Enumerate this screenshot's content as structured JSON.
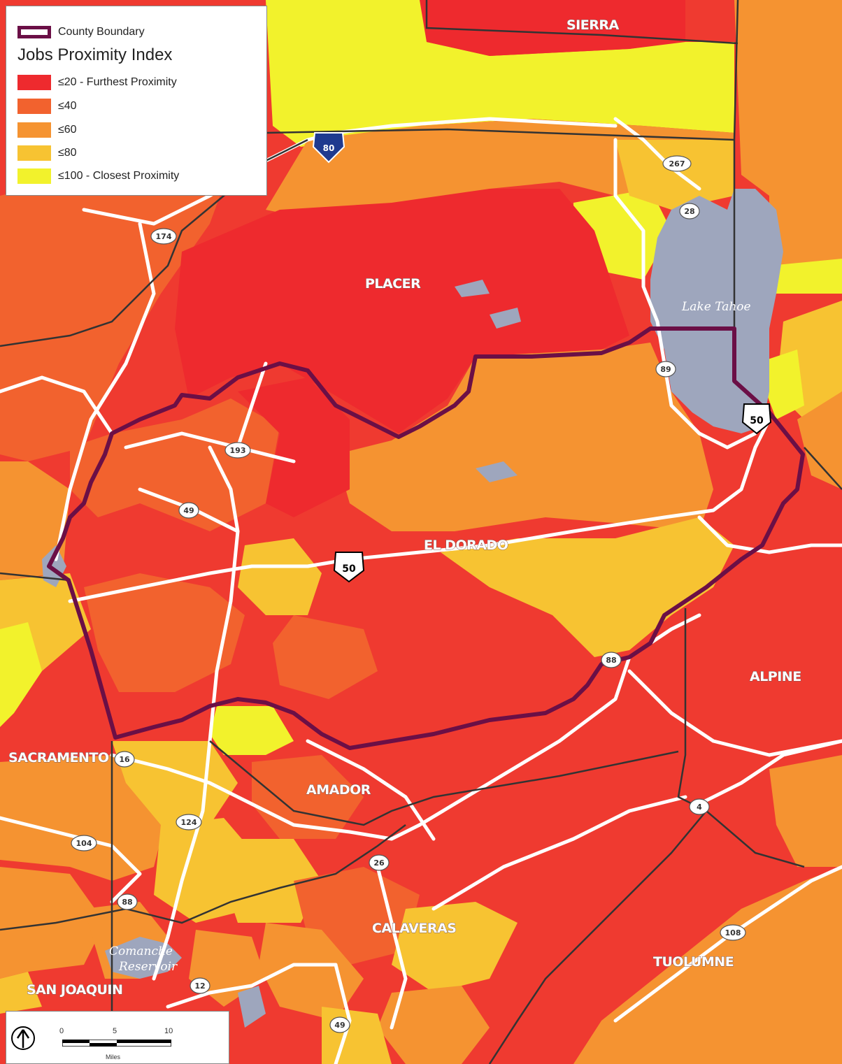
{
  "legend": {
    "boundary_label": "County Boundary",
    "title": "Jobs Proximity Index",
    "classes": [
      {
        "label": "≤20 - Furthest Proximity",
        "color": "#ee2a2e"
      },
      {
        "label": "≤40",
        "color": "#f2622e"
      },
      {
        "label": "≤60",
        "color": "#f59331"
      },
      {
        "label": "≤80",
        "color": "#f7c332"
      },
      {
        "label": "≤100 - Closest Proximity",
        "color": "#f2f22c"
      }
    ],
    "boundary_color": "#6b0f46"
  },
  "counties": {
    "sierra": "SIERRA",
    "placer": "PLACER",
    "el_dorado": "EL DORADO",
    "alpine": "ALPINE",
    "sacramento": "SACRAMENTO",
    "amador": "AMADOR",
    "calaveras": "CALAVERAS",
    "tuolumne": "TUOLUMNE",
    "san_joaquin": "SAN JOAQUIN"
  },
  "water": {
    "lake_tahoe": "Lake Tahoe",
    "comanche_line1": "Comanche",
    "comanche_line2": "Reservoir"
  },
  "routes": {
    "i80": "80",
    "us50_east": "50",
    "us50_center": "50",
    "sr267": "267",
    "sr28": "28",
    "sr89": "89",
    "sr174": "174",
    "sr193": "193",
    "sr49_north": "49",
    "sr88_east": "88",
    "sr16": "16",
    "sr124": "124",
    "sr104": "104",
    "sr26": "26",
    "sr88_west": "88",
    "sr12": "12",
    "sr4": "4",
    "sr108": "108",
    "sr49_south": "49"
  },
  "scale": {
    "ticks": [
      "0",
      "5",
      "10"
    ],
    "units": "Miles"
  },
  "colors": {
    "water": "#9ea6bd",
    "road": "#ffffff",
    "county_line": "#333333"
  }
}
